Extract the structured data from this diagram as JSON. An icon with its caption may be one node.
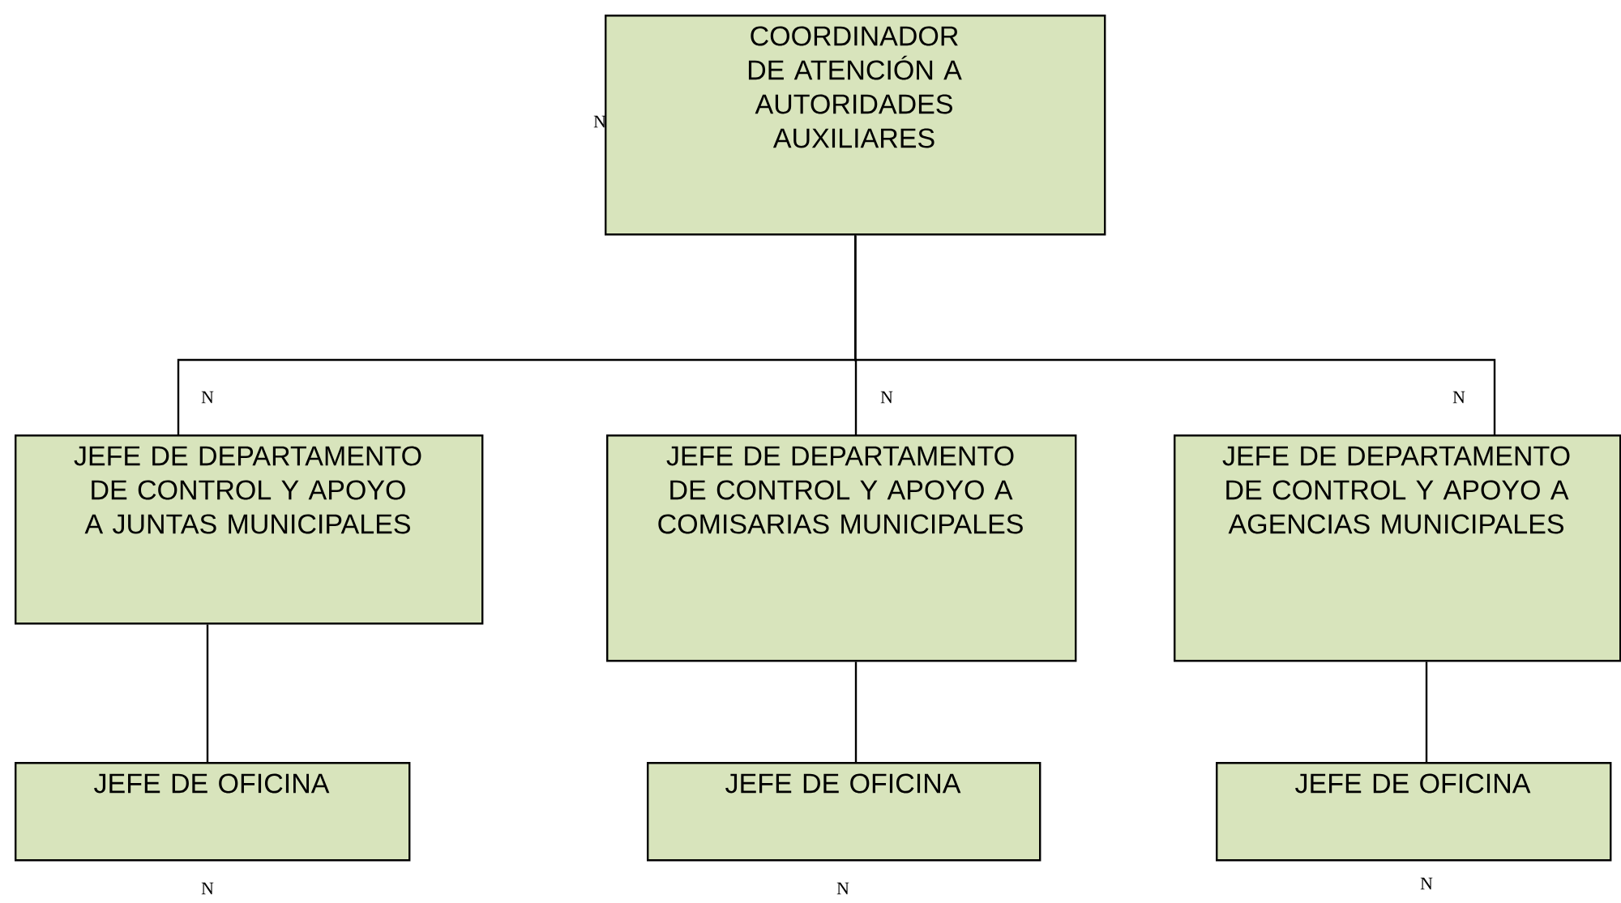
{
  "diagram": {
    "nodes": [
      {
        "text": [
          "COORDINADOR DE ATENCIÓN A AUTORIDADES AUXILIARES"
        ]
      },
      {
        "text": [
          "JEFE DE DEPARTAMENTO DE CONTROL Y APOYO A JUNTAS MUNICIPALES"
        ]
      },
      {
        "text": [
          "JEFE DE DEPARTAMENTO DE CONTROL Y APOYO A COMISARIAS MUNICIPALES"
        ]
      },
      {
        "text": [
          "JEFE DE DEPARTAMENTO DE CONTROL Y APOYO A AGENCIAS MUNICIPALES"
        ]
      },
      {
        "text": [
          "JEFE DE OFICINA"
        ]
      },
      {
        "text": [
          "JEFE DE OFICINA"
        ]
      },
      {
        "text": [
          "JEFE DE OFICINA"
        ]
      }
    ],
    "edges": [
      {
        "from": 0,
        "to": 1,
        "arrow": "none"
      },
      {
        "from": 0,
        "to": 2,
        "arrow": "none"
      },
      {
        "from": 0,
        "to": 3,
        "arrow": "none"
      },
      {
        "from": 1,
        "to": 4,
        "arrow": "none"
      },
      {
        "from": 2,
        "to": 5,
        "arrow": "none"
      },
      {
        "from": 3,
        "to": 6,
        "arrow": "none"
      }
    ],
    "labels": [
      "N",
      "N",
      "N",
      "N",
      "N",
      "N",
      "N"
    ]
  }
}
